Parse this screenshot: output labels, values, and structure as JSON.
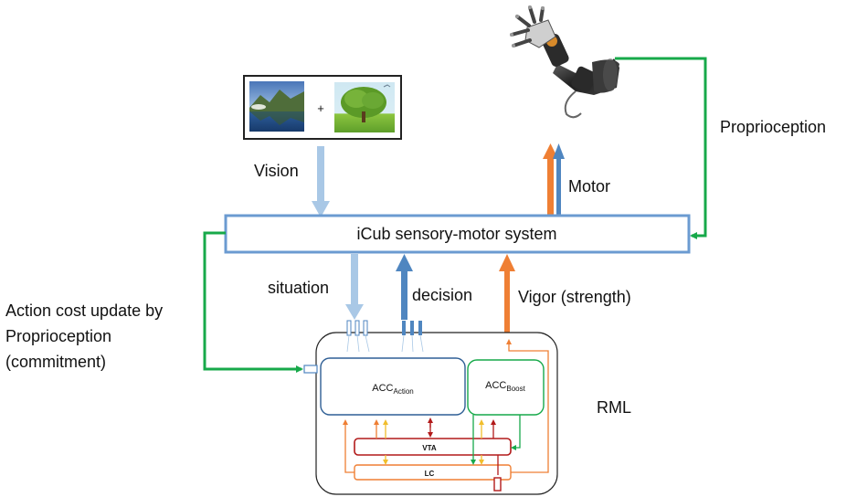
{
  "system": {
    "label": "iCub sensory-motor system"
  },
  "labels": {
    "vision": "Vision",
    "motor": "Motor",
    "proprioception": "Proprioception",
    "situation": "situation",
    "decision": "decision",
    "vigor": "Vigor (strength)",
    "action_cost_line1": "Action cost update by",
    "action_cost_line2": "Proprioception",
    "action_cost_line3": "(commitment)",
    "rml": "RML",
    "plus": "+"
  },
  "rml": {
    "acc_action": {
      "main": "ACC",
      "sub": "Action"
    },
    "acc_boost": {
      "main": "ACC",
      "sub": "Boost"
    },
    "vta": "VTA",
    "lc": "LC"
  },
  "colors": {
    "light_blue": "#a9c8e6",
    "blue": "#4f86c0",
    "orange": "#ef7f34",
    "green": "#17a94a",
    "dark_red": "#b21a1a",
    "yellow": "#f1be2c",
    "box_border": "#6b9bd1"
  }
}
